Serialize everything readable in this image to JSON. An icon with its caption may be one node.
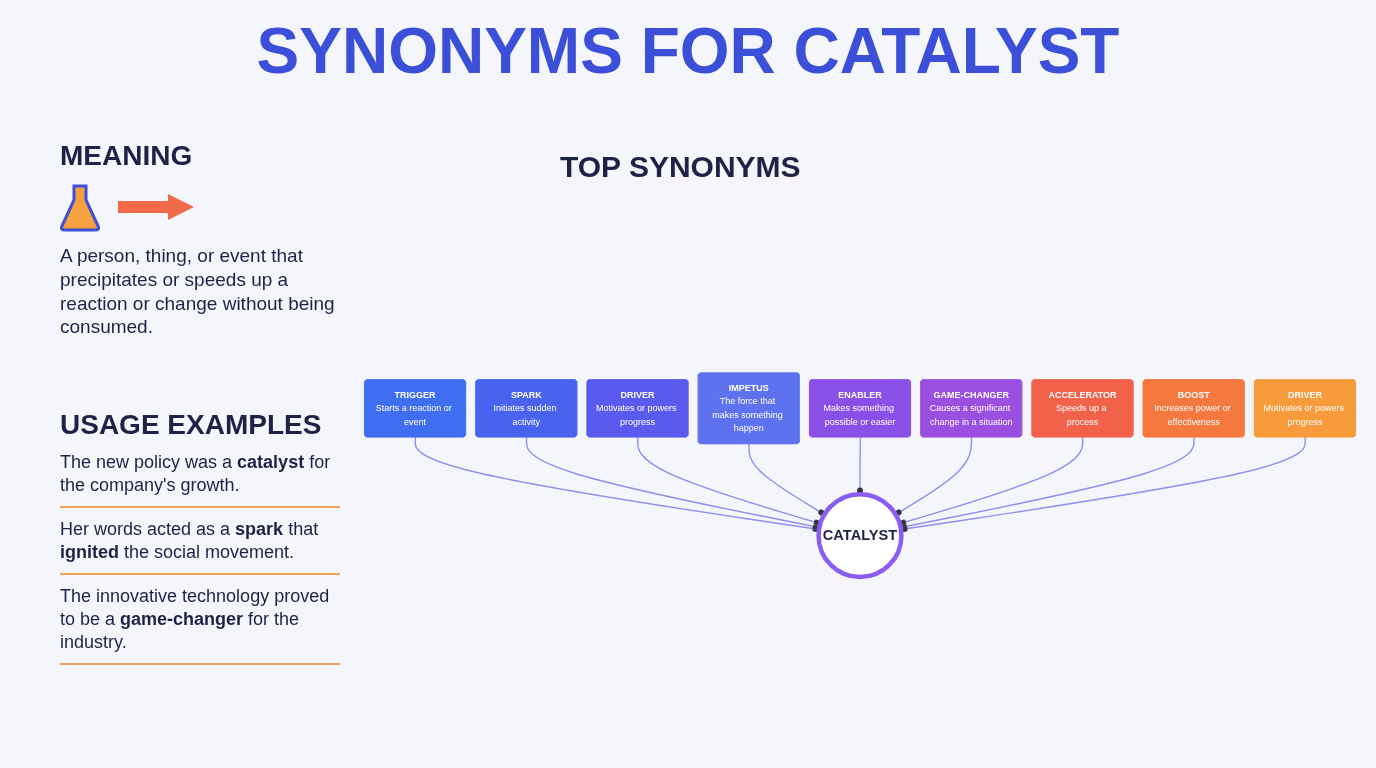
{
  "diagram": {
    "title": "SYNONYMS FOR CATALYST",
    "nodes": [
      {
        "text": [
          "TRIGGER",
          "Starts a reaction or event"
        ]
      },
      {
        "text": [
          "SPARK",
          "Initiates sudden activity"
        ]
      },
      {
        "text": [
          "DRIVER",
          "Motivates or powers progress"
        ]
      },
      {
        "text": [
          "IMPETUS",
          "The force that makes something happen"
        ]
      },
      {
        "text": [
          "ENABLER",
          "Makes something possible or easier"
        ]
      },
      {
        "text": [
          "GAME-CHANGER",
          "Causes a significant change in a situation"
        ]
      },
      {
        "text": [
          "ACCELERATOR",
          "Speeds up a process"
        ]
      },
      {
        "text": [
          "BOOST",
          "Increases power or effectiveness"
        ]
      },
      {
        "text": [
          "DRIVER",
          "Motivates or powers progress"
        ]
      },
      {
        "text": [
          "CATALYST"
        ]
      }
    ],
    "edges": [
      {
        "from": 0,
        "to": 9,
        "arrow": "other"
      },
      {
        "from": 1,
        "to": 9,
        "arrow": "other"
      },
      {
        "from": 2,
        "to": 9,
        "arrow": "other"
      },
      {
        "from": 3,
        "to": 9,
        "arrow": "other"
      },
      {
        "from": 4,
        "to": 9,
        "arrow": "other"
      },
      {
        "from": 5,
        "to": 9,
        "arrow": "other"
      },
      {
        "from": 6,
        "to": 9,
        "arrow": "other"
      },
      {
        "from": 7,
        "to": 9,
        "arrow": "other"
      },
      {
        "from": 8,
        "to": 9,
        "arrow": "other"
      }
    ],
    "labels": [
      "MEANING",
      "A person, thing, or event that precipitates or speeds up a reaction or change without being consumed.",
      "TOP SYNONYMS",
      "USAGE EXAMPLES",
      "The new policy was a **catalyst** for the company's growth.",
      "Her words acted as a **spark** that **ignited** the social movement.",
      "The innovative technology proved to be a **game-changer** for the industry."
    ]
  }
}
